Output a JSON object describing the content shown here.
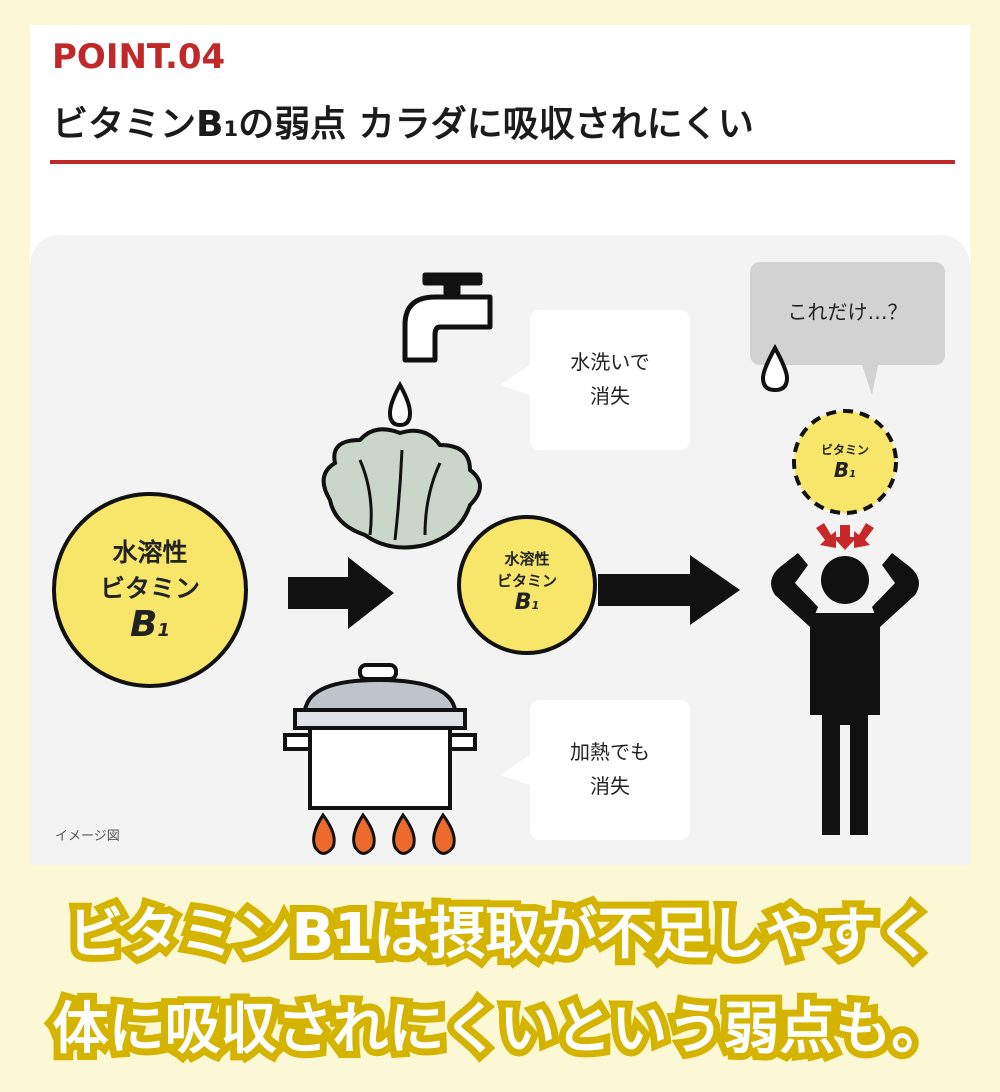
{
  "header": {
    "point_label": "POINT.04",
    "title_pre": "ビタミンB",
    "title_sub": "1",
    "title_post": "の弱点 カラダに吸収されにくい"
  },
  "diagram": {
    "big_circle": {
      "line1": "水溶性",
      "line2": "ビタミン",
      "line3": "B",
      "line3_sub": "1"
    },
    "small_circle": {
      "line1": "水溶性",
      "line2": "ビタミン",
      "line3": "B",
      "line3_sub": "1"
    },
    "dashed_circle": {
      "line1": "ビタミン",
      "line2": "B",
      "line2_sub": "1"
    },
    "bubble_wash": {
      "line1": "水洗いで",
      "line2": "消失"
    },
    "bubble_heat": {
      "line1": "加熱でも",
      "line2": "消失"
    },
    "bubble_thought": "これだけ…？",
    "note": "イメージ図",
    "icons": [
      "faucet-icon",
      "water-drop-icon",
      "lettuce-icon",
      "pot-icon",
      "flame-icon",
      "arrow-right-icon",
      "person-icon",
      "sweat-drop-icon",
      "red-arrow-icon"
    ],
    "colors": {
      "accent_red": "#c0282a",
      "yellow": "#f8e66a",
      "panel": "#f3f3f3",
      "flame": "#ec6a2c"
    }
  },
  "caption": {
    "line1": "ビタミンB1は摂取が不足しやすく",
    "line2": "体に吸収されにくいという弱点も。"
  }
}
